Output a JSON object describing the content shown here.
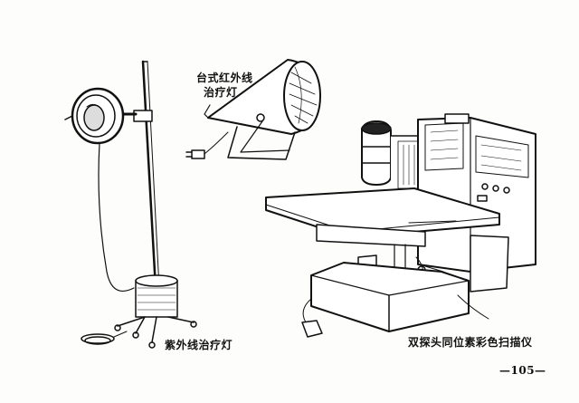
{
  "labels": {
    "infrared_lamp_line1": "台式红外线",
    "infrared_lamp_line2": "治疗灯",
    "uv_lamp": "紫外线治疗灯",
    "scanner": "双探头同位素彩色扫描仪"
  },
  "page_number": "—105—",
  "colors": {
    "ink": "#111111",
    "paper": "#fdfdfb"
  }
}
